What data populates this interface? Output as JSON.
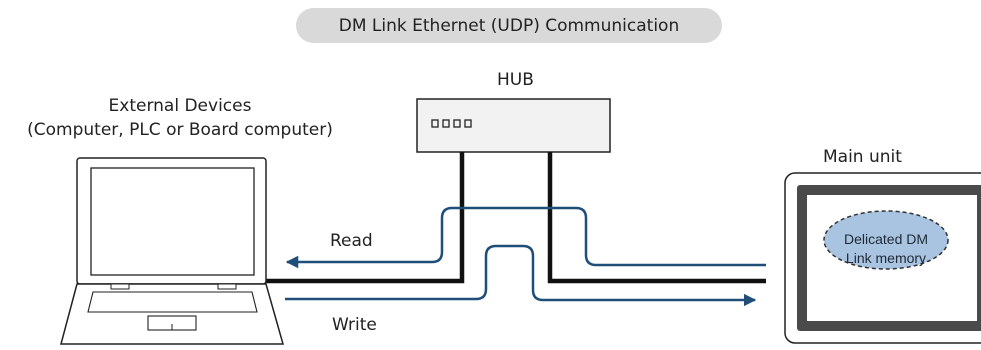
{
  "title": "DM Link Ethernet (UDP) Communication",
  "hub": {
    "label": "HUB"
  },
  "external": {
    "line1": "External Devices",
    "line2": "(Computer, PLC or Board computer)"
  },
  "main_unit": {
    "label": "Main unit",
    "memory_line1": "Delicated DM",
    "memory_line2": "Link memory"
  },
  "flows": {
    "read": "Read",
    "write": "Write"
  },
  "colors": {
    "arrow": "#1f4e79",
    "cable": "#111111",
    "hub_fill": "#f2f2f2",
    "pill_fill": "#d9d9d9",
    "memory_fill": "#a9c4e0"
  },
  "icons": [
    "laptop-icon",
    "hub-icon",
    "monitor-icon"
  ]
}
